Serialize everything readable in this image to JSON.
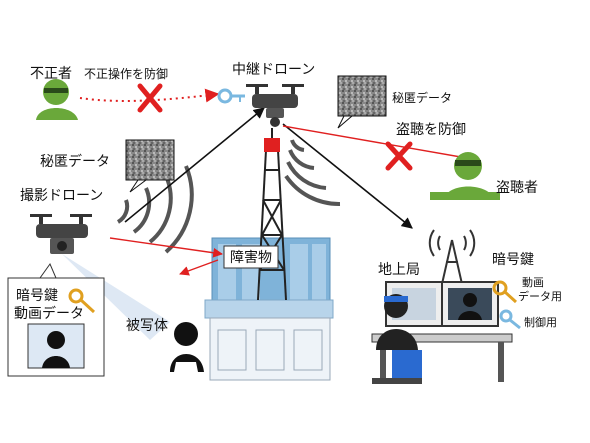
{
  "labels": {
    "intruder": "不正者",
    "prevent_tamper": "不正操作を防御",
    "relay_drone": "中継ドローン",
    "secret_data_relay": "秘匿データ",
    "prevent_eavesdrop": "盗聴を防御",
    "eavesdropper": "盗聴者",
    "secret_data_shoot": "秘匿データ",
    "shooting_drone": "撮影ドローン",
    "crypto_key_left": "暗号鍵",
    "video_data": "動画データ",
    "subject": "被写体",
    "obstacle": "障害物",
    "ground_station": "地上局",
    "crypto_key_right": "暗号鍵",
    "for_video_line1": "動画",
    "for_video_line2": "データ用",
    "for_control": "制御用"
  },
  "colors": {
    "red_arrow": "#e02020",
    "black_arrow": "#111111",
    "green_person": "#6aa83a",
    "building_blue": "#7fb3d9",
    "key_gold": "#e0a020",
    "key_blue": "#7ab8e0"
  },
  "icons": [
    "intruder-icon",
    "eavesdropper-icon",
    "relay-drone-icon",
    "shooting-drone-icon",
    "key-icon",
    "x-mark-icon",
    "tower-icon",
    "antenna-icon",
    "subject-icon",
    "operator-icon",
    "monitor-icon"
  ]
}
